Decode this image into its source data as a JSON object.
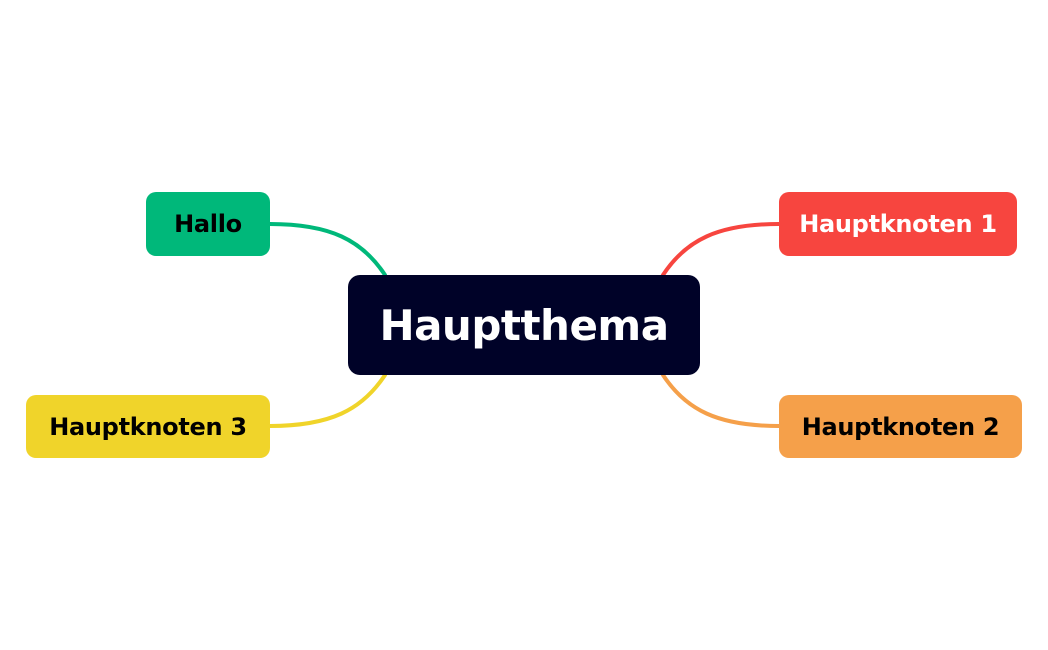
{
  "mindmap": {
    "central": {
      "label": "Hauptthema",
      "color": "#000228",
      "text_color": "#ffffff"
    },
    "branches": {
      "top_left": {
        "label": "Hallo",
        "color": "#00b87a",
        "text_color": "#000000",
        "line_color": "#00b87a"
      },
      "top_right": {
        "label": "Hauptknoten 1",
        "color": "#f7453f",
        "text_color": "#ffffff",
        "line_color": "#f7453f"
      },
      "bottom_right": {
        "label": "Hauptknoten 2",
        "color": "#f5a04a",
        "text_color": "#000000",
        "line_color": "#f5a04a"
      },
      "bottom_left": {
        "label": "Hauptknoten 3",
        "color": "#f0d42a",
        "text_color": "#000000",
        "line_color": "#f0d42a"
      }
    }
  }
}
